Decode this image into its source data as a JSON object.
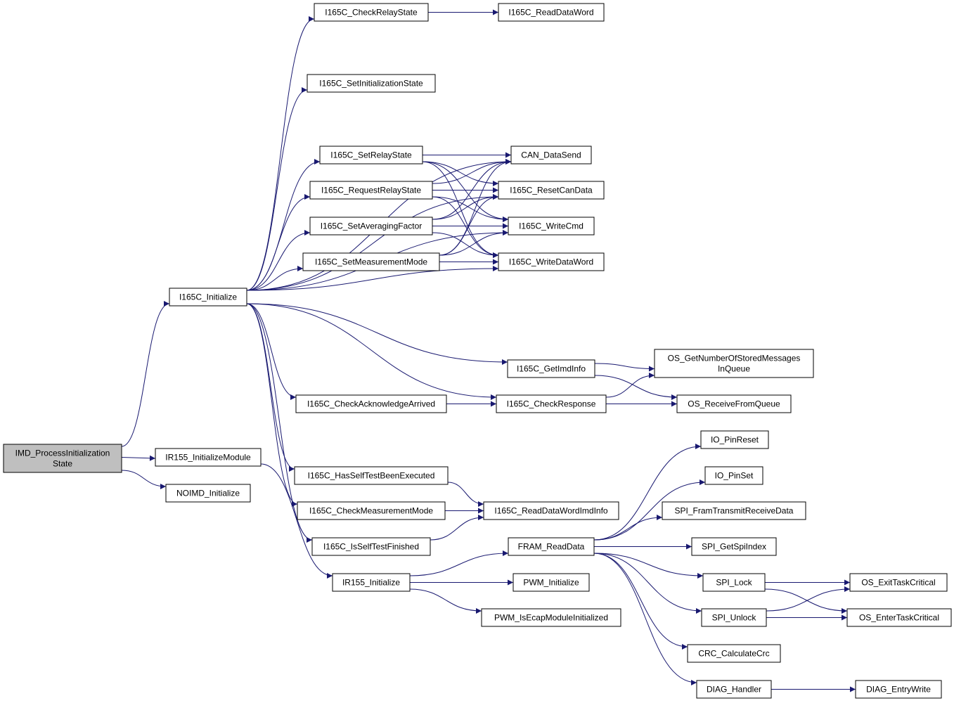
{
  "colors": {
    "edge": "#191970",
    "root_fill": "#bfbfbf",
    "node_fill": "#ffffff",
    "node_border": "#000000"
  },
  "nodes": {
    "imd_process": [
      "IMD_ProcessInitialization",
      "State"
    ],
    "i165c_initialize": "I165C_Initialize",
    "ir155_initialize_module": "IR155_InitializeModule",
    "noimd_initialize": "NOIMD_Initialize",
    "check_relay_state": "I165C_CheckRelayState",
    "read_data_word": "I165C_ReadDataWord",
    "set_init_state": "I165C_SetInitializationState",
    "set_relay_state": "I165C_SetRelayState",
    "request_relay_state": "I165C_RequestRelayState",
    "set_averaging_factor": "I165C_SetAveragingFactor",
    "set_measurement_mode": "I165C_SetMeasurementMode",
    "can_datasend": "CAN_DataSend",
    "reset_can_data": "I165C_ResetCanData",
    "write_cmd": "I165C_WriteCmd",
    "write_data_word": "I165C_WriteDataWord",
    "get_imd_info": "I165C_GetImdInfo",
    "os_get_number": [
      "OS_GetNumberOfStoredMessages",
      "InQueue"
    ],
    "check_ack_arrived": "I165C_CheckAcknowledgeArrived",
    "check_response": "I165C_CheckResponse",
    "os_receive_from_queue": "OS_ReceiveFromQueue",
    "has_self_test": "I165C_HasSelfTestBeenExecuted",
    "check_measurement_mode": "I165C_CheckMeasurementMode",
    "read_data_word_imd_info": "I165C_ReadDataWordImdInfo",
    "is_self_test_finished": "I165C_IsSelfTestFinished",
    "fram_read_data": "FRAM_ReadData",
    "io_pin_reset": "IO_PinReset",
    "io_pin_set": "IO_PinSet",
    "spi_fram_transmit": "SPI_FramTransmitReceiveData",
    "spi_get_spi_index": "SPI_GetSpiIndex",
    "spi_lock": "SPI_Lock",
    "spi_unlock": "SPI_Unlock",
    "os_exit_task_critical": "OS_ExitTaskCritical",
    "os_enter_task_critical": "OS_EnterTaskCritical",
    "crc_calculate": "CRC_CalculateCrc",
    "diag_handler": "DIAG_Handler",
    "diag_entry_write": "DIAG_EntryWrite",
    "ir155_initialize": "IR155_Initialize",
    "pwm_initialize": "PWM_Initialize",
    "pwm_is_ecap": "PWM_IsEcapModuleInitialized"
  },
  "edges": [
    [
      "imd_process",
      "i165c_initialize"
    ],
    [
      "imd_process",
      "ir155_initialize_module"
    ],
    [
      "imd_process",
      "noimd_initialize"
    ],
    [
      "ir155_initialize_module",
      "ir155_initialize"
    ],
    [
      "i165c_initialize",
      "check_relay_state"
    ],
    [
      "i165c_initialize",
      "can_datasend"
    ],
    [
      "i165c_initialize",
      "set_init_state"
    ],
    [
      "i165c_initialize",
      "reset_can_data"
    ],
    [
      "i165c_initialize",
      "set_relay_state"
    ],
    [
      "i165c_initialize",
      "request_relay_state"
    ],
    [
      "i165c_initialize",
      "set_averaging_factor"
    ],
    [
      "i165c_initialize",
      "set_measurement_mode"
    ],
    [
      "i165c_initialize",
      "write_cmd"
    ],
    [
      "i165c_initialize",
      "write_data_word"
    ],
    [
      "i165c_initialize",
      "get_imd_info"
    ],
    [
      "i165c_initialize",
      "check_ack_arrived"
    ],
    [
      "i165c_initialize",
      "check_response"
    ],
    [
      "i165c_initialize",
      "has_self_test"
    ],
    [
      "i165c_initialize",
      "check_measurement_mode"
    ],
    [
      "i165c_initialize",
      "is_self_test_finished"
    ],
    [
      "check_relay_state",
      "read_data_word"
    ],
    [
      "set_relay_state",
      "can_datasend"
    ],
    [
      "set_relay_state",
      "reset_can_data"
    ],
    [
      "set_relay_state",
      "write_cmd"
    ],
    [
      "set_relay_state",
      "write_data_word"
    ],
    [
      "request_relay_state",
      "can_datasend"
    ],
    [
      "request_relay_state",
      "reset_can_data"
    ],
    [
      "request_relay_state",
      "write_cmd"
    ],
    [
      "request_relay_state",
      "write_data_word"
    ],
    [
      "set_averaging_factor",
      "can_datasend"
    ],
    [
      "set_averaging_factor",
      "reset_can_data"
    ],
    [
      "set_averaging_factor",
      "write_cmd"
    ],
    [
      "set_averaging_factor",
      "write_data_word"
    ],
    [
      "set_measurement_mode",
      "can_datasend"
    ],
    [
      "set_measurement_mode",
      "reset_can_data"
    ],
    [
      "set_measurement_mode",
      "write_cmd"
    ],
    [
      "set_measurement_mode",
      "write_data_word"
    ],
    [
      "get_imd_info",
      "os_get_number"
    ],
    [
      "get_imd_info",
      "os_receive_from_queue"
    ],
    [
      "check_ack_arrived",
      "check_response"
    ],
    [
      "check_response",
      "os_get_number"
    ],
    [
      "check_response",
      "os_receive_from_queue"
    ],
    [
      "has_self_test",
      "read_data_word_imd_info"
    ],
    [
      "check_measurement_mode",
      "read_data_word_imd_info"
    ],
    [
      "is_self_test_finished",
      "read_data_word_imd_info"
    ],
    [
      "ir155_initialize",
      "fram_read_data"
    ],
    [
      "ir155_initialize",
      "pwm_initialize"
    ],
    [
      "ir155_initialize",
      "pwm_is_ecap"
    ],
    [
      "fram_read_data",
      "io_pin_reset"
    ],
    [
      "fram_read_data",
      "io_pin_set"
    ],
    [
      "fram_read_data",
      "spi_fram_transmit"
    ],
    [
      "fram_read_data",
      "spi_get_spi_index"
    ],
    [
      "fram_read_data",
      "spi_lock"
    ],
    [
      "fram_read_data",
      "spi_unlock"
    ],
    [
      "fram_read_data",
      "crc_calculate"
    ],
    [
      "fram_read_data",
      "diag_handler"
    ],
    [
      "spi_lock",
      "os_exit_task_critical"
    ],
    [
      "spi_lock",
      "os_enter_task_critical"
    ],
    [
      "spi_unlock",
      "os_exit_task_critical"
    ],
    [
      "spi_unlock",
      "os_enter_task_critical"
    ],
    [
      "diag_handler",
      "diag_entry_write"
    ]
  ]
}
